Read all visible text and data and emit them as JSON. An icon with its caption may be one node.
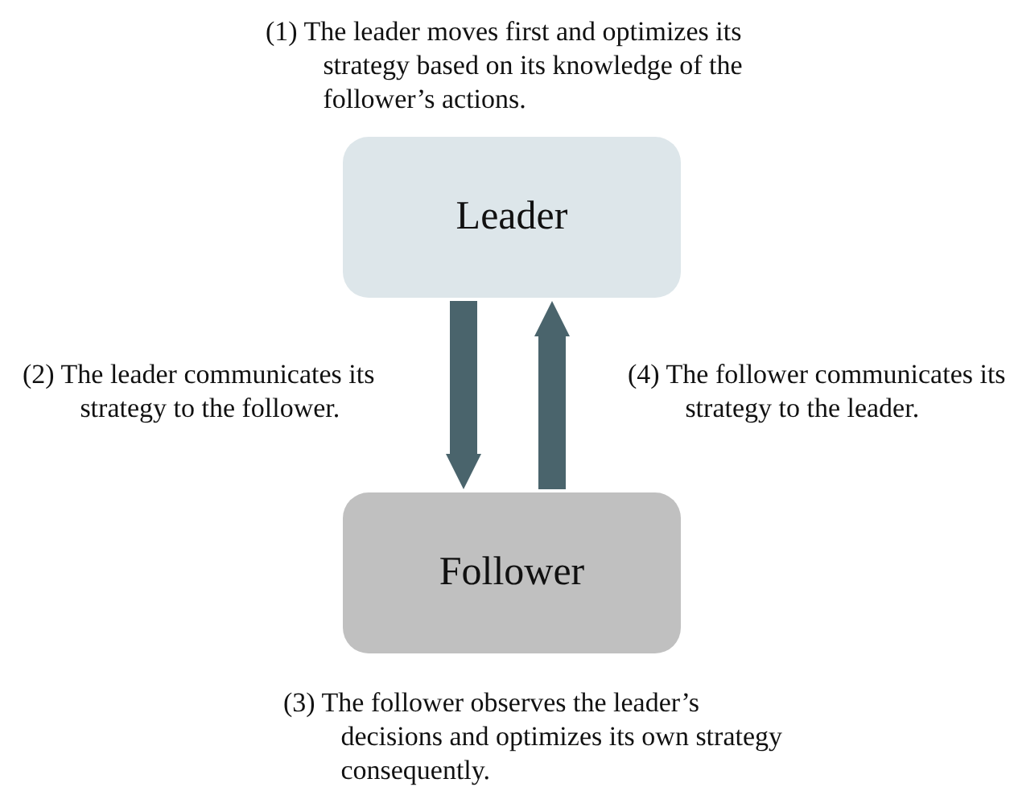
{
  "diagram": {
    "nodes": [
      {
        "text": [
          "Leader"
        ],
        "beside": [
          "(1) The leader moves first and optimizes its strategy based on its knowledge of the follower’s actions."
        ]
      },
      {
        "text": [
          "Follower"
        ],
        "beside": [
          "(3) The follower observes the leader’s decisions and optimizes its own strategy consequently."
        ]
      }
    ],
    "edges": [
      {
        "from": 0,
        "to": 1,
        "arrow": "to",
        "label": "(2) The leader communicates its strategy to the follower."
      },
      {
        "from": 1,
        "to": 0,
        "arrow": "to",
        "label": "(4) The follower communicates its strategy to the leader."
      }
    ]
  }
}
